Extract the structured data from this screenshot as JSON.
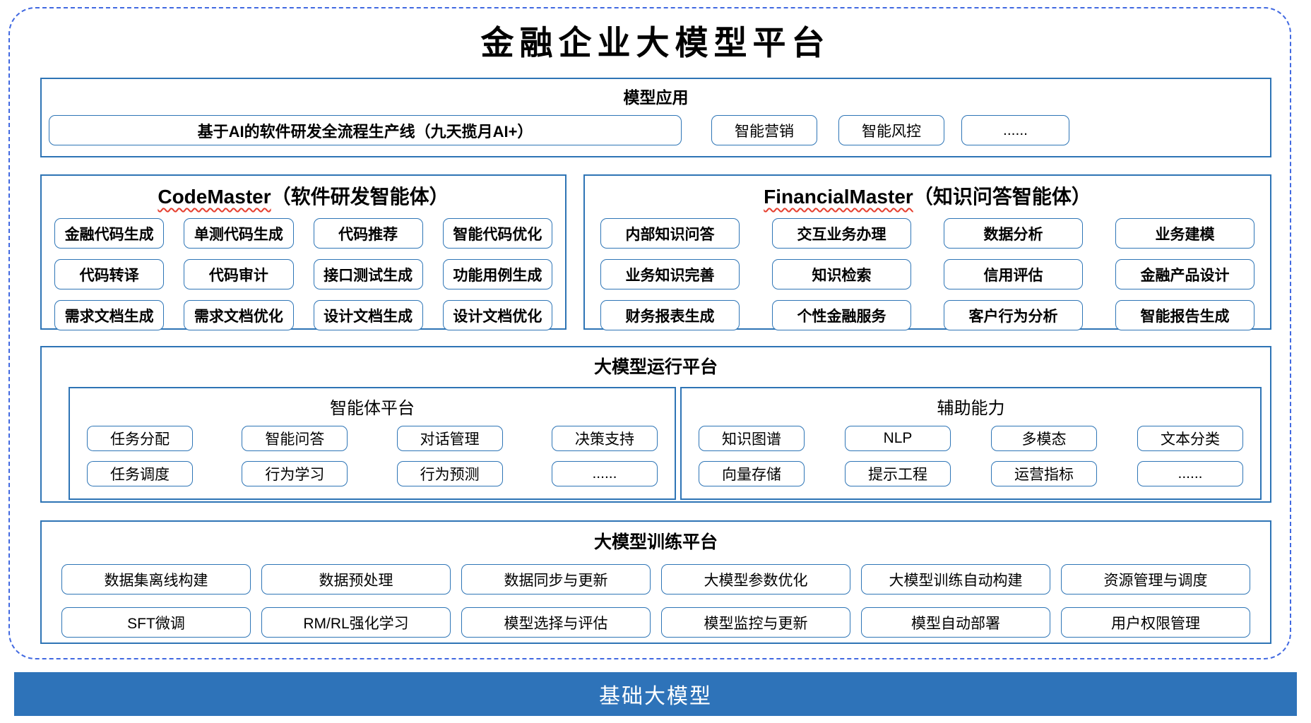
{
  "title": "金融企业大模型平台",
  "colors": {
    "section_border": "#2E74B5",
    "outer_dashed": "#4169E1",
    "button_border": "#2E75B6",
    "foundation_bg": "#2E73B9",
    "foundation_text": "#FFFFFF",
    "squiggle_red": "#E53E2E"
  },
  "applications": {
    "header": "模型应用",
    "primary": "基于AI的软件研发全流程生产线（九天揽月AI+）",
    "items": [
      "智能营销",
      "智能风控",
      "......"
    ]
  },
  "code_master": {
    "title_en": "CodeMaster",
    "title_zh": "（软件研发智能体）",
    "items": [
      "金融代码生成",
      "单测代码生成",
      "代码推荐",
      "智能代码优化",
      "代码转译",
      "代码审计",
      "接口测试生成",
      "功能用例生成",
      "需求文档生成",
      "需求文档优化",
      "设计文档生成",
      "设计文档优化"
    ]
  },
  "financial_master": {
    "title_en": "FinancialMaster",
    "title_zh": "（知识问答智能体）",
    "items": [
      "内部知识问答",
      "交互业务办理",
      "数据分析",
      "业务建模",
      "业务知识完善",
      "知识检索",
      "信用评估",
      "金融产品设计",
      "财务报表生成",
      "个性金融服务",
      "客户行为分析",
      "智能报告生成"
    ]
  },
  "runtime": {
    "header": "大模型运行平台",
    "agent_platform": {
      "header": "智能体平台",
      "items": [
        "任务分配",
        "智能问答",
        "对话管理",
        "决策支持",
        "任务调度",
        "行为学习",
        "行为预测",
        "......"
      ]
    },
    "aux": {
      "header": "辅助能力",
      "items": [
        "知识图谱",
        "NLP",
        "多模态",
        "文本分类",
        "向量存储",
        "提示工程",
        "运营指标",
        "......"
      ]
    }
  },
  "training": {
    "header": "大模型训练平台",
    "items": [
      "数据集离线构建",
      "数据预处理",
      "数据同步与更新",
      "大模型参数优化",
      "大模型训练自动构建",
      "资源管理与调度",
      "SFT微调",
      "RM/RL强化学习",
      "模型选择与评估",
      "模型监控与更新",
      "模型自动部署",
      "用户权限管理"
    ]
  },
  "foundation": {
    "label": "基础大模型"
  }
}
